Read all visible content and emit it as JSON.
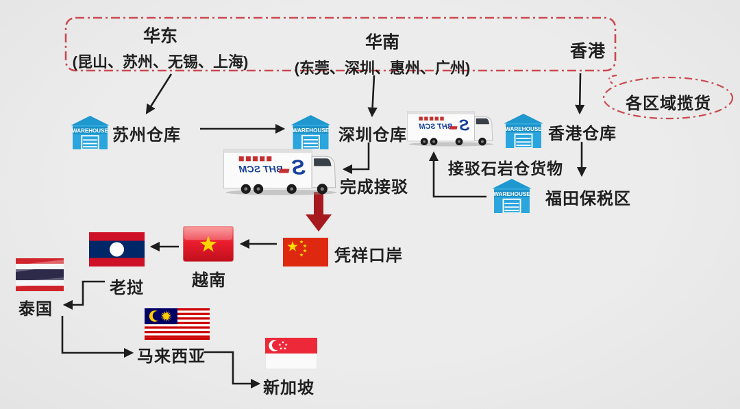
{
  "regions": {
    "east": {
      "name": "华东",
      "cities": "(昆山、苏州、无锡、上海)"
    },
    "south": {
      "name": "华南",
      "cities": "(东莞、深圳、惠州、广州)"
    },
    "hongkong": {
      "name": "香港"
    }
  },
  "cloud_note": "各区域揽货",
  "warehouse_icon_text": "WAREHOUSE",
  "warehouses": {
    "suzhou": "苏州仓库",
    "shenzhen": "深圳仓库",
    "hongkong": "香港仓库",
    "futian": "福田保税区"
  },
  "truck": {
    "logo_text": "BHT SCM"
  },
  "labels": {
    "complete_transfer": "完成接驳",
    "shiyan_pickup": "接驳石岩仓货物",
    "pingxiang_port": "凭祥口岸"
  },
  "countries": {
    "vietnam": "越南",
    "laos": "老挝",
    "thailand": "泰国",
    "malaysia": "马来西亚",
    "singapore": "新加坡"
  },
  "colors": {
    "background": "#e9e9e9",
    "dash_red": "#cb4a50",
    "warehouse_blue": "#2aa5dd",
    "arrow_black": "#1d1d1d",
    "big_arrow_red": "#a6191f"
  }
}
